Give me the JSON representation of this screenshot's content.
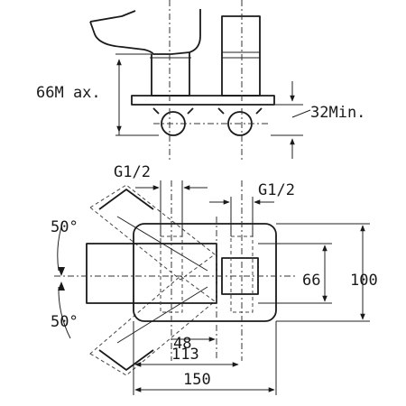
{
  "watermark": "",
  "side_view": {
    "height_max_label": "66M ax.",
    "depth_min_label": "32Min."
  },
  "top_view": {
    "connection_left_label": "G1/2",
    "connection_right_label": "G1/2",
    "dim_48": "48",
    "dim_113": "113",
    "dim_150": "150",
    "dim_66": "66",
    "dim_100": "100",
    "angle_upper": "50°",
    "angle_lower": "50°"
  }
}
